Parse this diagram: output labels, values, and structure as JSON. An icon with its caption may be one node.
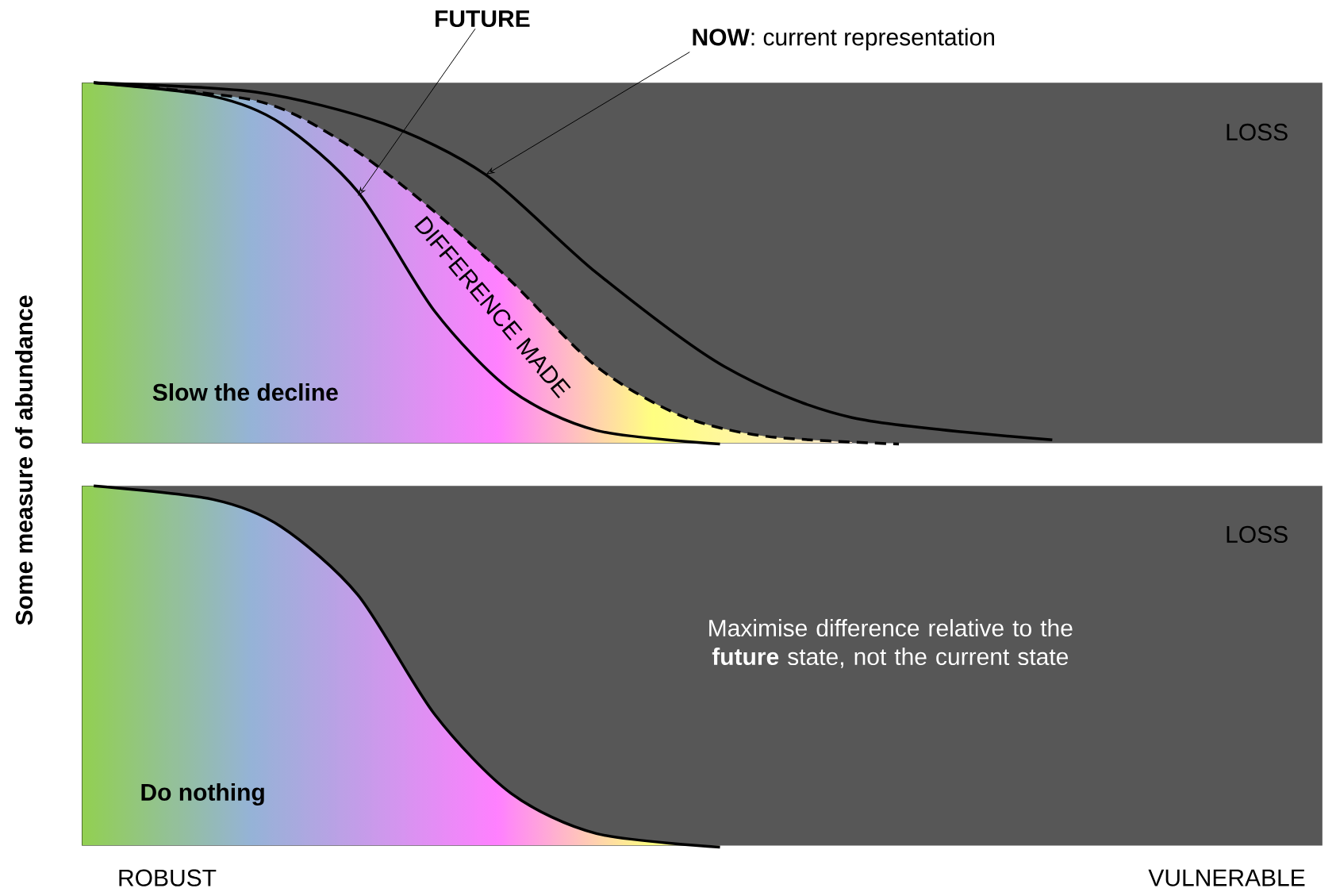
{
  "diagram": {
    "nodes": [
      {
        "text": [
          "FUTURE"
        ]
      },
      {
        "text": [
          "**NOW**: current representation"
        ]
      }
    ],
    "edges": [
      {
        "from": 0,
        "to": null,
        "arrow": "to"
      },
      {
        "from": 1,
        "to": null,
        "arrow": "to"
      }
    ],
    "labels": [
      "LOSS",
      "DIFFERENCE MADE",
      "Slow the decline",
      "LOSS",
      "Maximise difference relative to the **future** state, not the current state",
      "Do nothing",
      "Some measure of abundance",
      "ROBUST",
      "VULNERABLE"
    ]
  }
}
